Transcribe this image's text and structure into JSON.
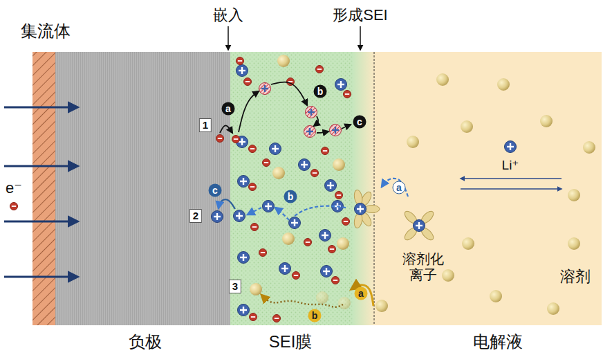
{
  "diagram": {
    "nodes": [
      {
        "text": [
          "集流体"
        ]
      },
      {
        "text": [
          "负极"
        ]
      },
      {
        "text": [
          "SEI膜"
        ]
      },
      {
        "text": [
          "电解液"
        ]
      }
    ],
    "labels": [
      "嵌入",
      "形成SEI",
      "e⁻",
      "Li⁺",
      "溶剂化 离子",
      "溶剂",
      "1",
      "a",
      "b",
      "c",
      "2",
      "c",
      "b",
      "a",
      "3",
      "a",
      "b"
    ]
  }
}
